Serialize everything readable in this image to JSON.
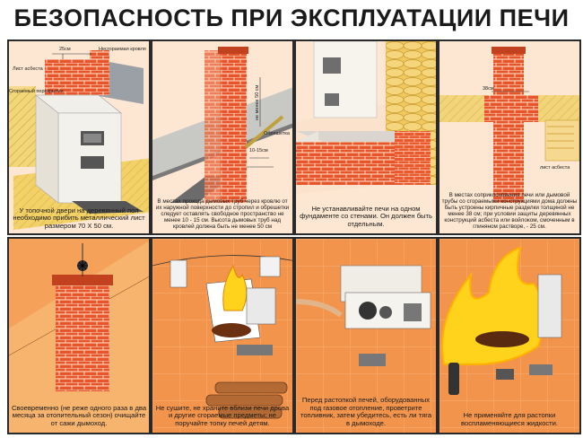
{
  "title": "БЕЗОПАСНОСТЬ ПРИ ЭКСПЛУАТАЦИИ ПЕЧИ",
  "panels": {
    "p1": {
      "caption": "У топочной двери на деревянный пол необходимо прибить металлический лист размером 70 Х 50 см.",
      "labels": {
        "dim": "25см",
        "roof": "Несгораемая кровля",
        "asbestos": "Лист асбеста",
        "ceiling": "Сгораемый перекрытие"
      }
    },
    "p2": {
      "caption": "В местах прохода дымовых труб через кровлю от их наружной поверхности до стропил и обрешетки следует оставлять свободное пространство не менее 10 - 15 см. Высота дымовых труб над кровлей должна быть не менее 50 см",
      "labels": {
        "height": "не менее 50 см",
        "lath": "Обрешетка",
        "gap": "10-15см"
      }
    },
    "p3": {
      "caption": "Не устанавливайте печи на одном фундаменте со стенами. Он должен быть отдельным."
    },
    "p4": {
      "caption": "В местах соприкосновения печи или дымовой трубы со сгораемыми конструкциями дома должны быть устроены кирпичные разделки толщиной не менее 38 см; при условии защиты деревянных конструкций асбеста или войлоком, смоченным в глиняном растворе, - 25 см.",
      "labels": {
        "dim": "38см",
        "asbestos": "лист асбеста"
      }
    },
    "p5": {
      "caption": "Своевременно (не реже одного раза в два месяца за отопительный сезон) очищайте от сажи дымоход."
    },
    "p6": {
      "caption": "Не сушите, не храните вблизи печи дрова и другие сгораемые предметы; не поручайте топку печей детям."
    },
    "p7": {
      "caption": "Перед растопкой печей, оборудованных под газовое отопление, проветрите топливник, затем убедитесь, есть ли тяга в дымоходе."
    },
    "p8": {
      "caption": "Не применяйте для растопки воспламеняющиеся жидкости."
    }
  },
  "colors": {
    "brick": "#e8552b",
    "brickDark": "#b23b1e",
    "bgLight": "#fde7d2",
    "bgOrange": "#f5a15a",
    "wood": "#f2d67a",
    "flame": "#ffd21c",
    "sky": "#dff1f8"
  }
}
